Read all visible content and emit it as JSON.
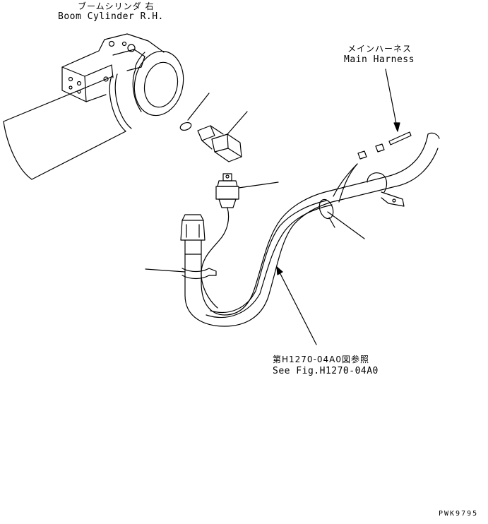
{
  "labels": {
    "boom_cylinder_jp": "ブームシリンダ 右",
    "boom_cylinder_en": "Boom Cylinder R.H.",
    "main_harness_jp": "メインハーネス",
    "main_harness_en": "Main Harness",
    "see_fig_jp": "第H1270-04A0図参照",
    "see_fig_en": "See Fig.H1270-04A0",
    "drawing_code": "PWK9795"
  }
}
